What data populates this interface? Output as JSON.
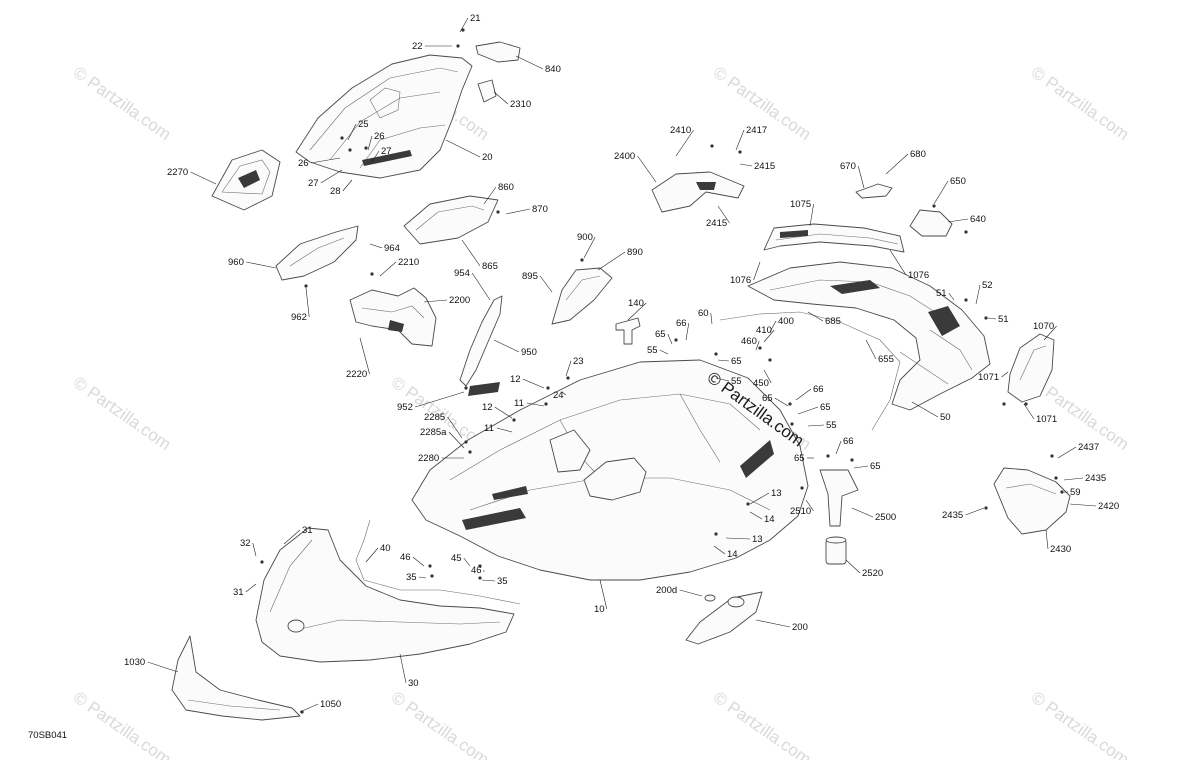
{
  "diagram": {
    "code": "70SB041",
    "watermark": "© Partzilla.com",
    "center_watermark": "© Partzilla.com",
    "colors": {
      "grille": "#3a3a3a",
      "outline": "#4a4a4a",
      "watermark": "#d9d9d9"
    }
  },
  "callouts": [
    {
      "id": "c21",
      "text": "21"
    },
    {
      "id": "c22",
      "text": "22"
    },
    {
      "id": "c840",
      "text": "840"
    },
    {
      "id": "c2310",
      "text": "2310"
    },
    {
      "id": "c25",
      "text": "25"
    },
    {
      "id": "c26a",
      "text": "26"
    },
    {
      "id": "c26b",
      "text": "26"
    },
    {
      "id": "c27a",
      "text": "27"
    },
    {
      "id": "c27b",
      "text": "27"
    },
    {
      "id": "c28",
      "text": "28"
    },
    {
      "id": "c20",
      "text": "20"
    },
    {
      "id": "c2270",
      "text": "2270"
    },
    {
      "id": "c2410",
      "text": "2410"
    },
    {
      "id": "c2417",
      "text": "2417"
    },
    {
      "id": "c2400",
      "text": "2400"
    },
    {
      "id": "c2415a",
      "text": "2415"
    },
    {
      "id": "c2415b",
      "text": "2415"
    },
    {
      "id": "c670",
      "text": "670"
    },
    {
      "id": "c680",
      "text": "680"
    },
    {
      "id": "c650",
      "text": "650"
    },
    {
      "id": "c640",
      "text": "640"
    },
    {
      "id": "c860",
      "text": "860"
    },
    {
      "id": "c870",
      "text": "870"
    },
    {
      "id": "c865",
      "text": "865"
    },
    {
      "id": "c964",
      "text": "964"
    },
    {
      "id": "c960",
      "text": "960"
    },
    {
      "id": "c962",
      "text": "962"
    },
    {
      "id": "c2210",
      "text": "2210"
    },
    {
      "id": "c2200",
      "text": "2200"
    },
    {
      "id": "c2220",
      "text": "2220"
    },
    {
      "id": "c954",
      "text": "954"
    },
    {
      "id": "c950",
      "text": "950"
    },
    {
      "id": "c952",
      "text": "952"
    },
    {
      "id": "c900",
      "text": "900"
    },
    {
      "id": "c890",
      "text": "890"
    },
    {
      "id": "c895",
      "text": "895"
    },
    {
      "id": "c1075",
      "text": "1075"
    },
    {
      "id": "c1076a",
      "text": "1076"
    },
    {
      "id": "c1076b",
      "text": "1076"
    },
    {
      "id": "c52",
      "text": "52"
    },
    {
      "id": "c51a",
      "text": "51"
    },
    {
      "id": "c51b",
      "text": "51"
    },
    {
      "id": "c1070",
      "text": "1070"
    },
    {
      "id": "c1071a",
      "text": "1071"
    },
    {
      "id": "c1071b",
      "text": "1071"
    },
    {
      "id": "c50",
      "text": "50"
    },
    {
      "id": "c685",
      "text": "685"
    },
    {
      "id": "c655",
      "text": "655"
    },
    {
      "id": "c140",
      "text": "140"
    },
    {
      "id": "c60",
      "text": "60"
    },
    {
      "id": "c400",
      "text": "400"
    },
    {
      "id": "c410",
      "text": "410"
    },
    {
      "id": "c460",
      "text": "460"
    },
    {
      "id": "c450",
      "text": "450"
    },
    {
      "id": "c65a",
      "text": "65"
    },
    {
      "id": "c66a",
      "text": "66"
    },
    {
      "id": "c55a",
      "text": "55"
    },
    {
      "id": "c65b",
      "text": "65"
    },
    {
      "id": "c55b",
      "text": "55"
    },
    {
      "id": "c23",
      "text": "23"
    },
    {
      "id": "c24",
      "text": "24"
    },
    {
      "id": "c12a",
      "text": "12"
    },
    {
      "id": "c11a",
      "text": "11"
    },
    {
      "id": "c12b",
      "text": "12"
    },
    {
      "id": "c11b",
      "text": "11"
    },
    {
      "id": "c2285",
      "text": "2285"
    },
    {
      "id": "c2285a",
      "text": "2285a"
    },
    {
      "id": "c2280",
      "text": "2280"
    },
    {
      "id": "c66b",
      "text": "66"
    },
    {
      "id": "c65c",
      "text": "65"
    },
    {
      "id": "c65d",
      "text": "65"
    },
    {
      "id": "c55c",
      "text": "55"
    },
    {
      "id": "c66c",
      "text": "66"
    },
    {
      "id": "c65e",
      "text": "65"
    },
    {
      "id": "c65f",
      "text": "65"
    },
    {
      "id": "c2437",
      "text": "2437"
    },
    {
      "id": "c2435a",
      "text": "2435"
    },
    {
      "id": "c59",
      "text": "59"
    },
    {
      "id": "c2420",
      "text": "2420"
    },
    {
      "id": "c2435b",
      "text": "2435"
    },
    {
      "id": "c2430",
      "text": "2430"
    },
    {
      "id": "c13a",
      "text": "13"
    },
    {
      "id": "c14a",
      "text": "14"
    },
    {
      "id": "c13b",
      "text": "13"
    },
    {
      "id": "c14b",
      "text": "14"
    },
    {
      "id": "c2510",
      "text": "2510"
    },
    {
      "id": "c2500",
      "text": "2500"
    },
    {
      "id": "c2520",
      "text": "2520"
    },
    {
      "id": "c31a",
      "text": "31"
    },
    {
      "id": "c32",
      "text": "32"
    },
    {
      "id": "c31b",
      "text": "31"
    },
    {
      "id": "c40",
      "text": "40"
    },
    {
      "id": "c46a",
      "text": "46"
    },
    {
      "id": "c45",
      "text": "45"
    },
    {
      "id": "c46b",
      "text": "46"
    },
    {
      "id": "c35a",
      "text": "35"
    },
    {
      "id": "c35b",
      "text": "35"
    },
    {
      "id": "c10",
      "text": "10"
    },
    {
      "id": "c200d",
      "text": "200d"
    },
    {
      "id": "c200",
      "text": "200"
    },
    {
      "id": "c30",
      "text": "30"
    },
    {
      "id": "c1030",
      "text": "1030"
    },
    {
      "id": "c1050",
      "text": "1050"
    }
  ]
}
